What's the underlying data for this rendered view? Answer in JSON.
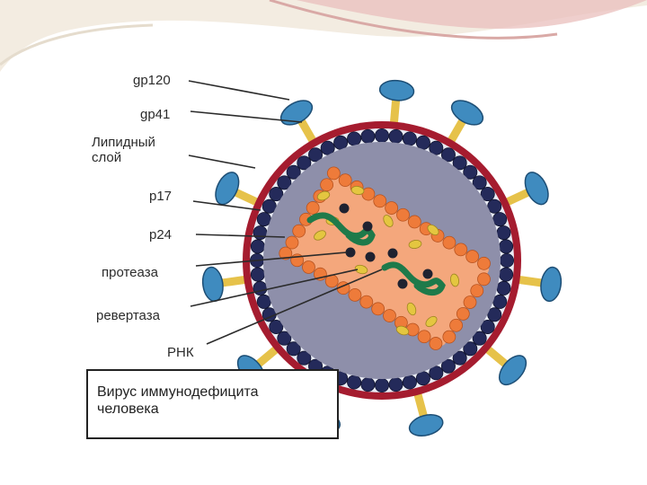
{
  "labels": {
    "gp120": "gp120",
    "gp41": "gp41",
    "lipid_layer": "Липидный\nслой",
    "p17": "p17",
    "p24": "p24",
    "protease": "протеаза",
    "reverse_transcriptase": "ревертаза",
    "rna": "РНК"
  },
  "caption": "Вирус иммунодефицита\nчеловека",
  "colors": {
    "membrane": "#a51c2f",
    "matrix_p17": "#242a5a",
    "interior": "#8e8faa",
    "capsid_fill": "#f4a77c",
    "capsid_p24": "#ee7b3a",
    "enzyme": "#e4c640",
    "rna": "#1e7a4a",
    "spike_stalk": "#e6c24a",
    "spike_head": "#3f8bbf"
  }
}
